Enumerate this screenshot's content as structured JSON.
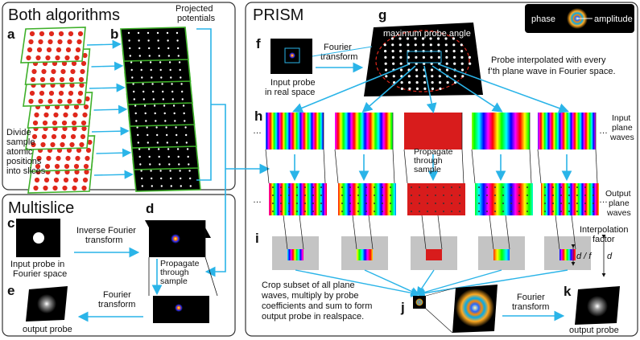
{
  "panels": {
    "both_title": "Both algorithms",
    "multislice_title": "Multislice",
    "prism_title": "PRISM"
  },
  "labels": {
    "a": "a",
    "b": "b",
    "c": "c",
    "d": "d",
    "e": "e",
    "f": "f",
    "g": "g",
    "h": "h",
    "i": "i",
    "j": "j",
    "k": "k"
  },
  "legend": {
    "phase": "phase",
    "amplitude": "amplitude"
  },
  "text": {
    "projected": [
      "Projected",
      "potentials"
    ],
    "divide": [
      "Divide",
      "sample",
      "atomic",
      "positions",
      "into slices"
    ],
    "inverse_fourier": [
      "Inverse Fourier",
      "transform"
    ],
    "input_fourier": [
      "Input probe in",
      "Fourier space"
    ],
    "propagate_ms": [
      "Propagate",
      "through",
      "sample"
    ],
    "fourier_ms": [
      "Fourier",
      "transform"
    ],
    "output_probe_ms": "output probe",
    "fourier_f": [
      "Fourier",
      "transform"
    ],
    "input_real": [
      "Input probe",
      "in real space"
    ],
    "max_angle": "maximum probe angle",
    "interp": [
      "Probe interpolated with every",
      "f’th plane wave in Fourier space."
    ],
    "input_pw": [
      "Input",
      "plane",
      "waves"
    ],
    "propagate_pr": [
      "Propagate",
      "through",
      "sample"
    ],
    "output_pw": [
      "Output",
      "plane",
      "waves"
    ],
    "interp_factor": [
      "Interpolation",
      "factor"
    ],
    "d_over_f": "d / f",
    "d": "d",
    "crop": [
      "Crop subset of all plane",
      "waves, multiply by probe",
      "coefficients and sum to form",
      "output probe in realspace."
    ],
    "fourier_k": [
      "Fourier",
      "transform"
    ],
    "output_probe_k": "output probe",
    "ellipsis": "…"
  },
  "colors": {
    "arrow": "#2ab4e8",
    "slice_border": "#3fb02a",
    "atom": "#e0281c",
    "dashed": "#e0281c",
    "grey": "#c4c4c4"
  }
}
